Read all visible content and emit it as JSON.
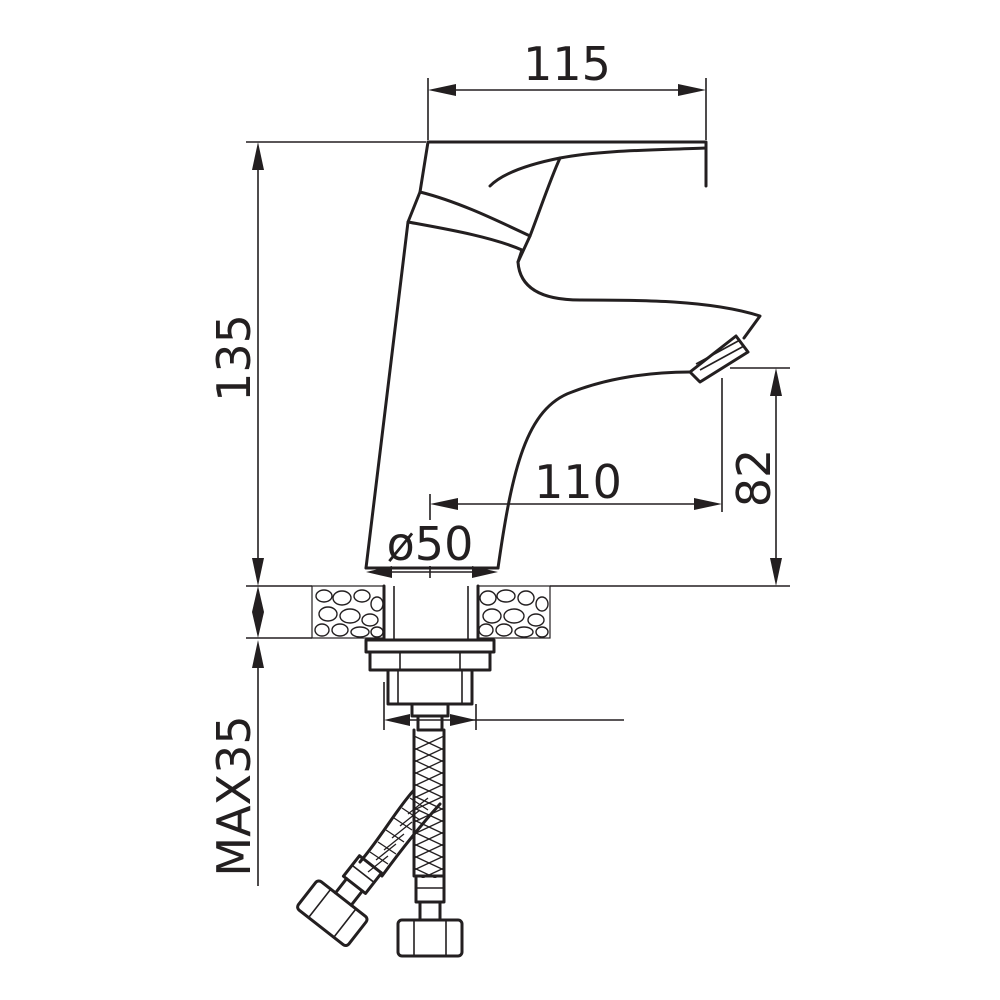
{
  "dimensions": {
    "width_top": "115",
    "height": "135",
    "spout_height": "82",
    "reach": "110",
    "base_diameter": "ø50",
    "max_deck_thickness": "MAX35"
  },
  "colors": {
    "line": "#231f20",
    "background": "#ffffff"
  }
}
